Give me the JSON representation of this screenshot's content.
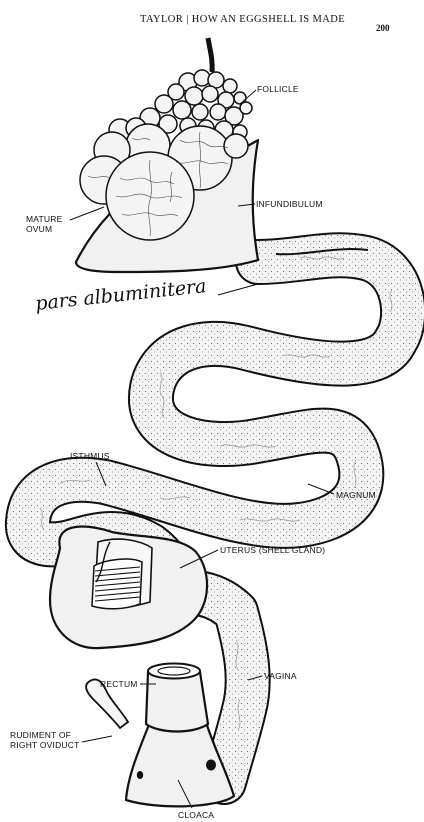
{
  "header": {
    "running_title": "TAYLOR  |  HOW AN EGGSHELL IS MADE",
    "page_number": "200"
  },
  "labels": {
    "follicle": "FOLLICLE",
    "mature_ovum_line1": "MATURE",
    "mature_ovum_line2": "OVUM",
    "infundibulum": "INFUNDIBULUM",
    "handwritten_note": "pars albuminitera",
    "isthmus": "ISTHMUS",
    "magnum": "MAGNUM",
    "uterus": "UTERUS (SHELL GLAND)",
    "rectum": "RECTUM",
    "vagina": "VAGINA",
    "rudiment_line1": "RUDIMENT OF",
    "rudiment_line2": "RIGHT OVIDUCT",
    "cloaca": "CLOACA"
  }
}
